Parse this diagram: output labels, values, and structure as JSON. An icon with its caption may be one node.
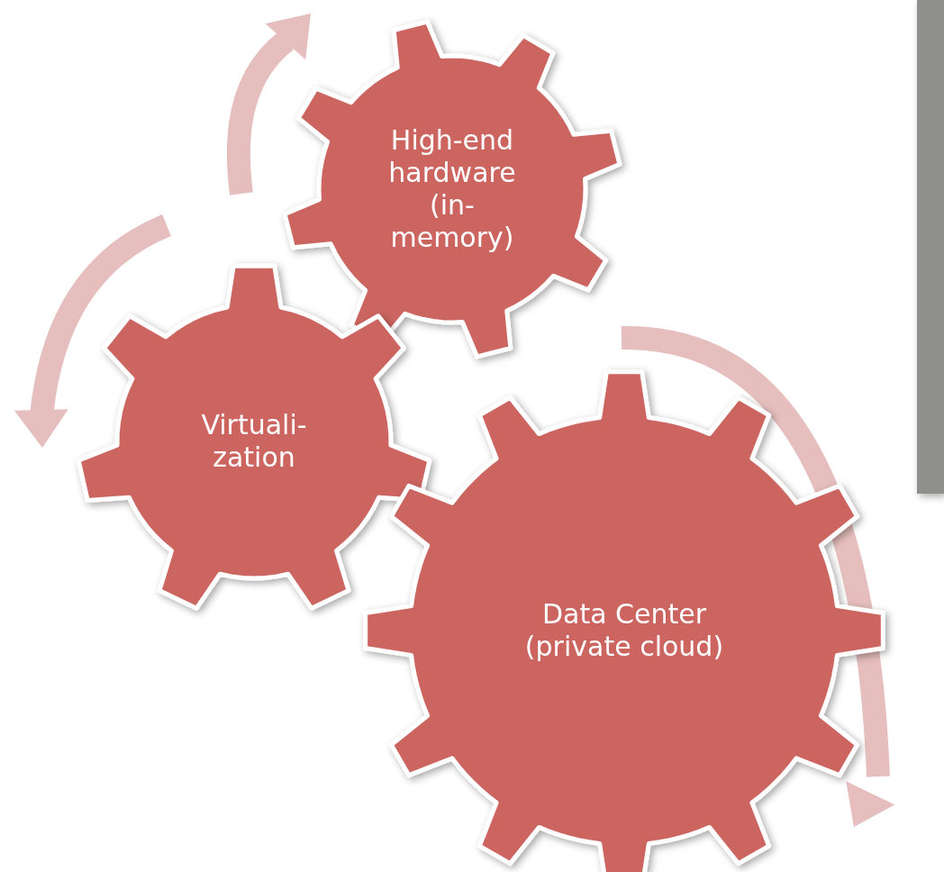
{
  "diagram": {
    "nodes": [
      {
        "text": [
          "High-end hardware (in- memory)"
        ]
      },
      {
        "text": [
          "Virtuali- zation"
        ]
      },
      {
        "text": [
          "Data Center (private cloud)"
        ]
      }
    ]
  }
}
